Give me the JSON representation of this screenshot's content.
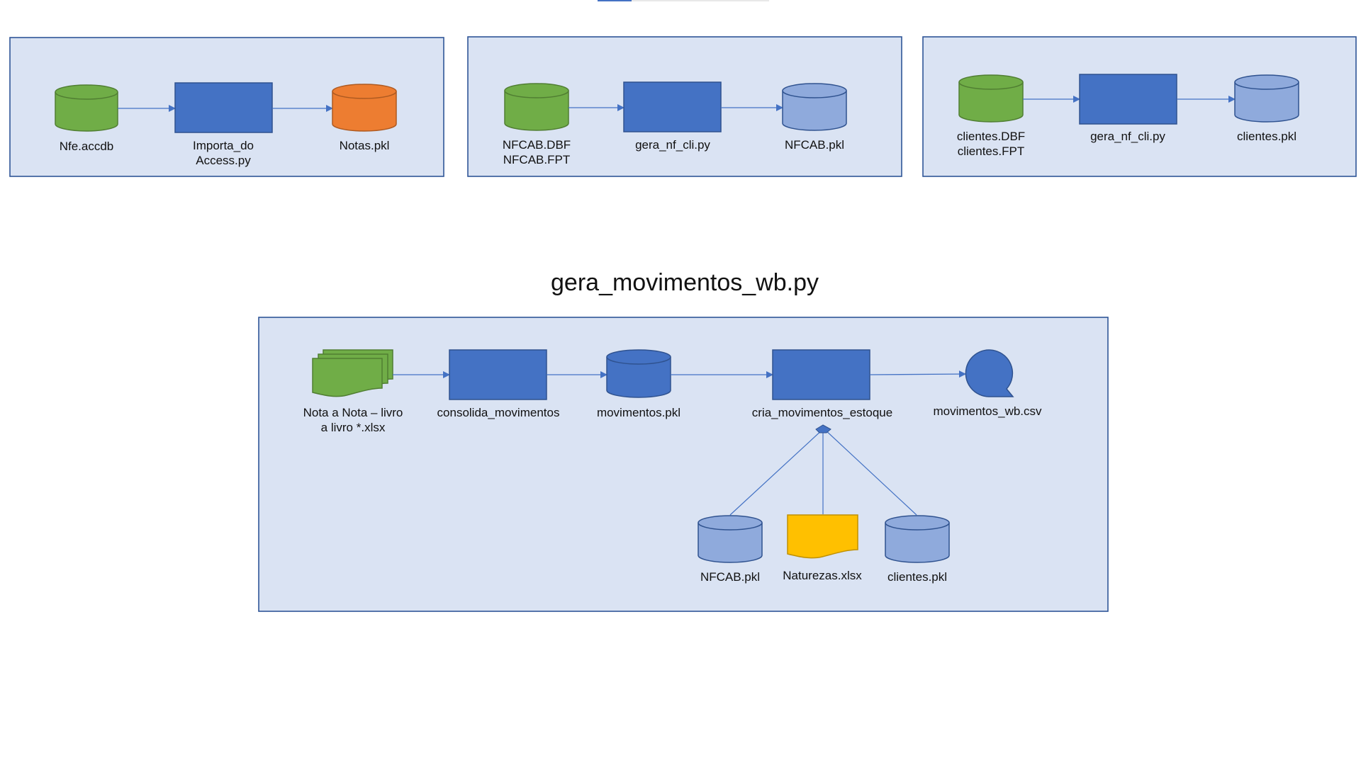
{
  "colors": {
    "panel_fill": "#dae3f3",
    "panel_stroke": "#2f5597",
    "process_fill": "#4472c4",
    "data_green": "#70ad47",
    "data_orange": "#ed7d31",
    "data_light_blue": "#8faadc",
    "data_dark_blue": "#4472c4",
    "doc_yellow": "#ffc000",
    "connector": "#4472c4"
  },
  "flow1": {
    "source": {
      "label": "Nfe.accdb",
      "shape": "database",
      "color": "green"
    },
    "process": {
      "label_lines": [
        "Importa_do",
        "Access.py"
      ],
      "shape": "process"
    },
    "output": {
      "label": "Notas.pkl",
      "shape": "database",
      "color": "orange"
    }
  },
  "flow2": {
    "source": {
      "label_lines": [
        "NFCAB.DBF",
        "NFCAB.FPT"
      ],
      "shape": "database",
      "color": "green"
    },
    "process": {
      "label": "gera_nf_cli.py",
      "shape": "process"
    },
    "output": {
      "label": "NFCAB.pkl",
      "shape": "database",
      "color": "light-blue"
    }
  },
  "flow3": {
    "source": {
      "label_lines": [
        "clientes.DBF",
        "clientes.FPT"
      ],
      "shape": "database",
      "color": "green"
    },
    "process": {
      "label": "gera_nf_cli.py",
      "shape": "process"
    },
    "output": {
      "label": "clientes.pkl",
      "shape": "database",
      "color": "light-blue"
    }
  },
  "main": {
    "title": "gera_movimentos_wb.py",
    "input": {
      "label_lines": [
        "Nota a Nota – livro",
        "a livro *.xlsx"
      ],
      "shape": "multi-document",
      "color": "green"
    },
    "consolidate": {
      "label": "consolida_movimentos",
      "shape": "process"
    },
    "movements": {
      "label": "movimentos.pkl",
      "shape": "database",
      "color": "dark-blue"
    },
    "create": {
      "label": "cria_movimentos_estoque",
      "shape": "process"
    },
    "output": {
      "label": "movimentos_wb.csv",
      "shape": "sequential-data",
      "color": "dark-blue"
    },
    "lookups": [
      {
        "label": "NFCAB.pkl",
        "shape": "database",
        "color": "light-blue"
      },
      {
        "label": "Naturezas.xlsx",
        "shape": "document",
        "color": "yellow"
      },
      {
        "label": "clientes.pkl",
        "shape": "database",
        "color": "light-blue"
      }
    ]
  }
}
